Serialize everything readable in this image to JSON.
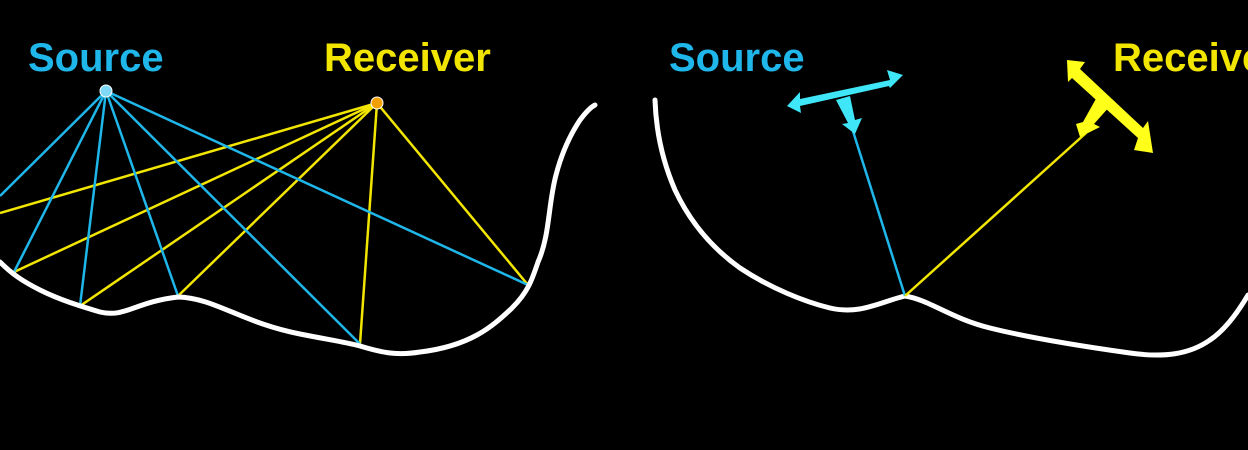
{
  "left_panel": {
    "source_label": "Source",
    "receiver_label": "Receiver"
  },
  "right_panel": {
    "source_label": "Source",
    "receiver_label": "Receiver"
  },
  "colors": {
    "background": "#000000",
    "source": "#1fb6ea",
    "receiver": "#f2e600",
    "source_arrow": "#3fe6f7",
    "receiver_arrow": "#ffff1a",
    "surface": "#ffffff",
    "source_point": "#7fd8f5",
    "receiver_point": "#f2a000"
  }
}
